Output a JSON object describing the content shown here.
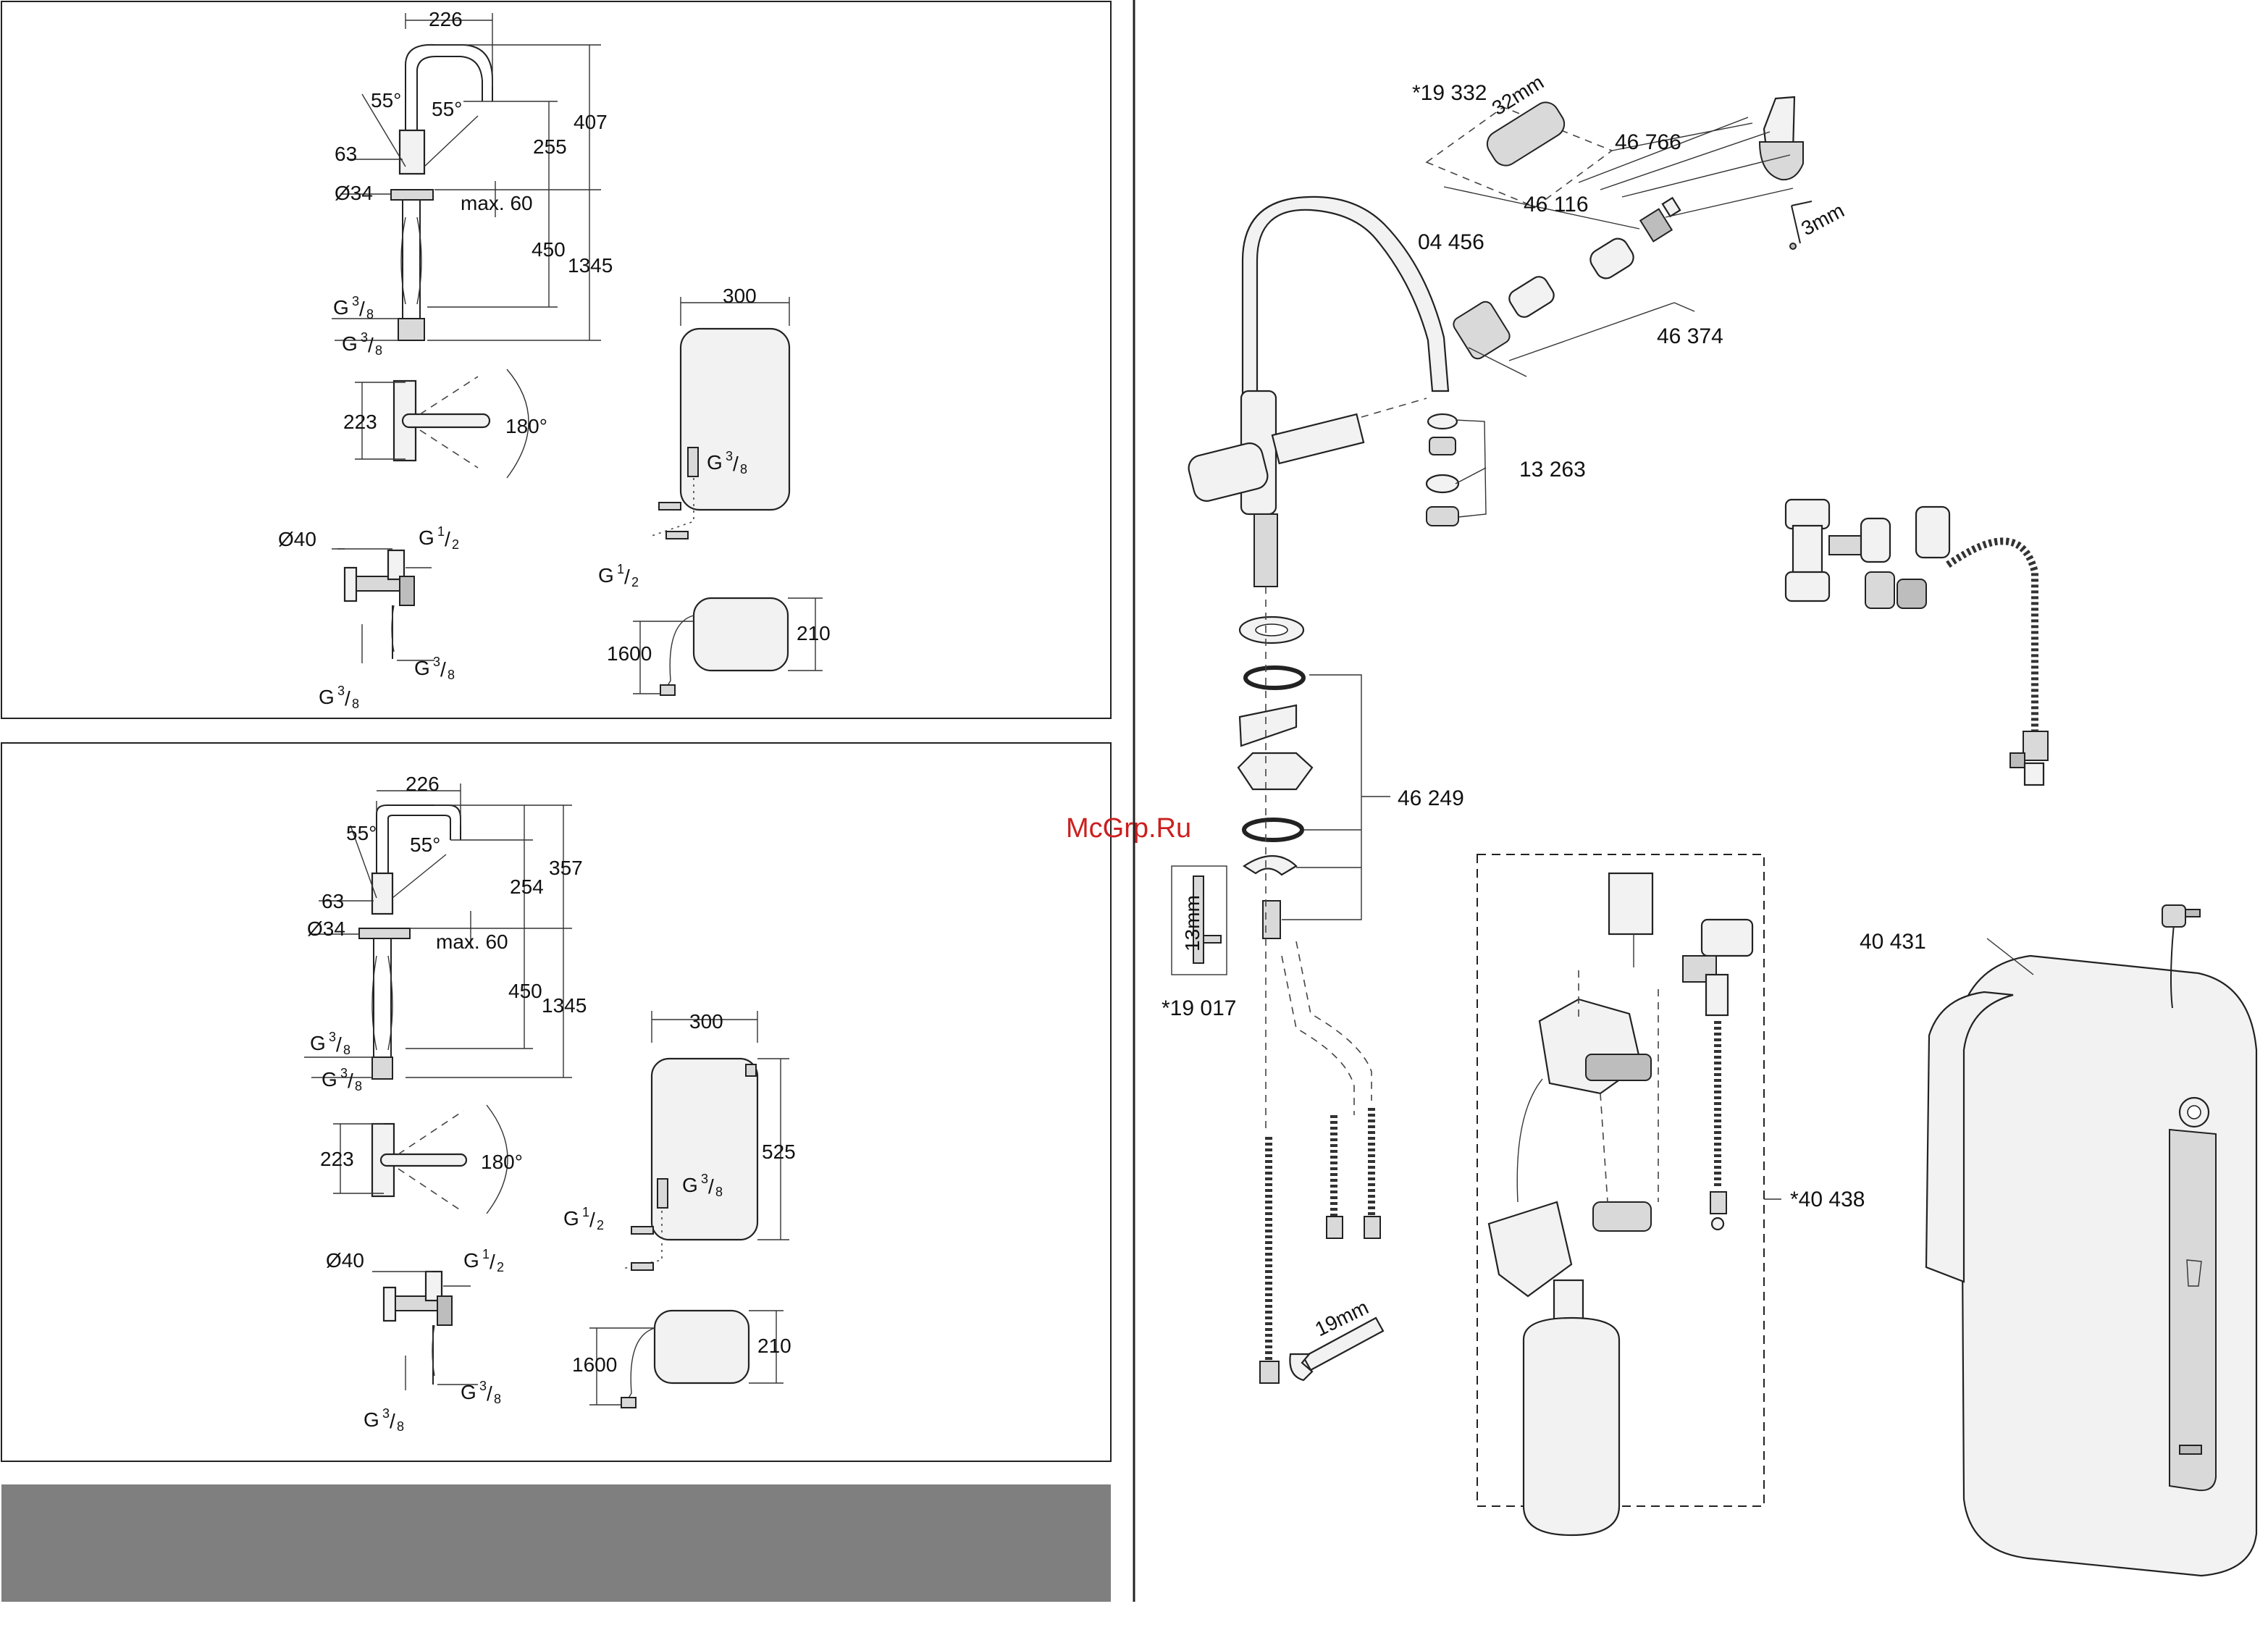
{
  "watermark": "McGrp.Ru",
  "top_panel": {
    "dims": {
      "width_226": "226",
      "angle_left": "55°",
      "angle_right": "55°",
      "d63": "63",
      "h255": "255",
      "h407": "407",
      "dia34": "Ø34",
      "max60": "max. 60",
      "h450": "450",
      "h1345": "1345",
      "g38_a": "G",
      "g38_b": "G",
      "frac_3_8": "3",
      "frac_den_8": "8",
      "h223": "223",
      "rot180": "180°",
      "boiler_w300": "300",
      "boiler_g38": "G",
      "boiler_g12": "G",
      "frac_1": "1",
      "frac_den_2": "2",
      "dia40": "Ø40",
      "valve_g12": "G",
      "valve_g38_right": "G",
      "valve_g38_bottom": "G",
      "cable_1600": "1600",
      "depth_210": "210"
    }
  },
  "bottom_panel": {
    "dims": {
      "width_226": "226",
      "angle_left": "55°",
      "angle_right": "55°",
      "d63": "63",
      "h254": "254",
      "h357": "357",
      "dia34": "Ø34",
      "max60": "max. 60",
      "h450": "450",
      "h1345": "1345",
      "h223": "223",
      "rot180": "180°",
      "boiler_w300": "300",
      "boiler_h525": "525",
      "dia40": "Ø40",
      "cable_1600": "1600",
      "depth_210": "210"
    }
  },
  "parts": {
    "p19332": "*19 332",
    "p32mm": "32mm",
    "p46766": "46 766",
    "p46116": "46 116",
    "p04456": "04 456",
    "p3mm": "3mm",
    "p46374": "46 374",
    "p13263": "13 263",
    "p46249": "46 249",
    "p13mm": "13mm",
    "p19017": "*19 017",
    "p19mm": "19mm",
    "p40431": "40 431",
    "p40438": "*40 438"
  },
  "colors": {
    "footer_bar": "#7f7f7f",
    "watermark": "#cc1f1f"
  }
}
